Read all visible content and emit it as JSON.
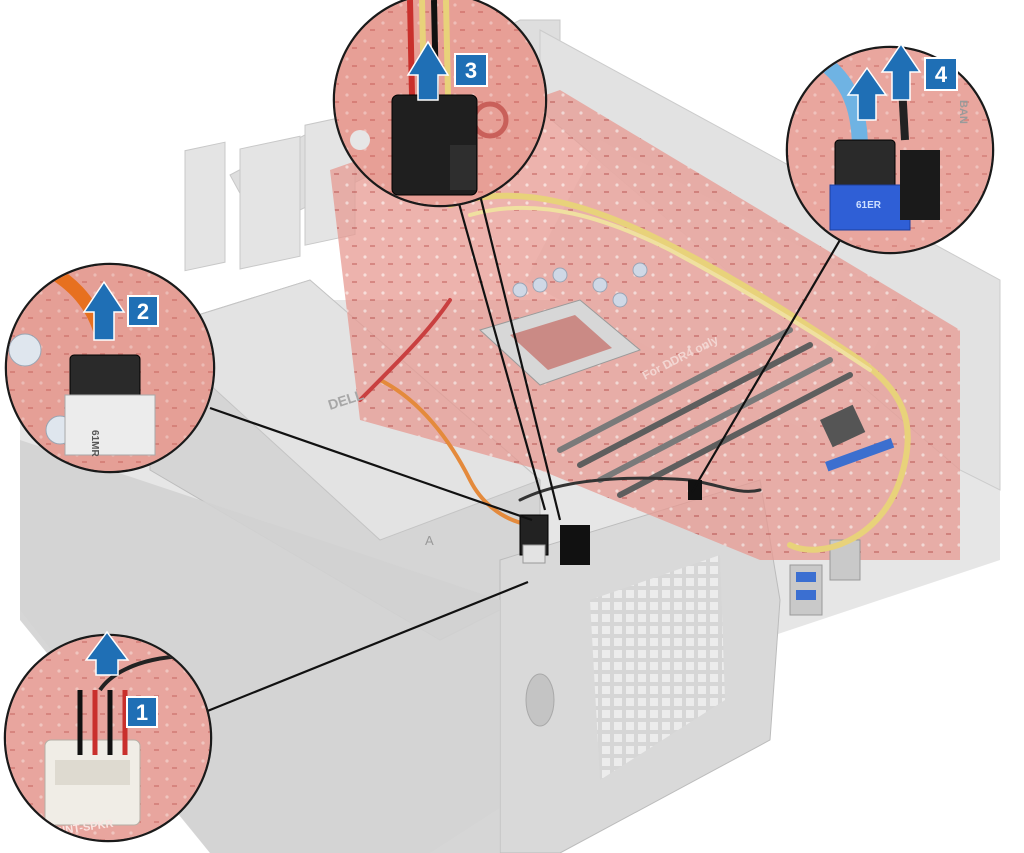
{
  "diagram": {
    "steps": [
      {
        "number": "1",
        "connector_label": "BINT-SPKR"
      },
      {
        "number": "2",
        "connector_label": "61MR"
      },
      {
        "number": "3",
        "connector_label": ""
      },
      {
        "number": "4",
        "connector_label": "61ER"
      }
    ],
    "chassis_labels": {
      "psu_brand": "DELL",
      "psu_bay_letter": "A",
      "board_silkscreen": "For DDR4 only",
      "side_text": "BAN"
    },
    "colors": {
      "badge": "#1f6fb5",
      "arrow": "#1f6fb5",
      "board_red": "#d9776f",
      "chassis_gray": "#dcdcdc",
      "leader_line": "#111111"
    }
  }
}
